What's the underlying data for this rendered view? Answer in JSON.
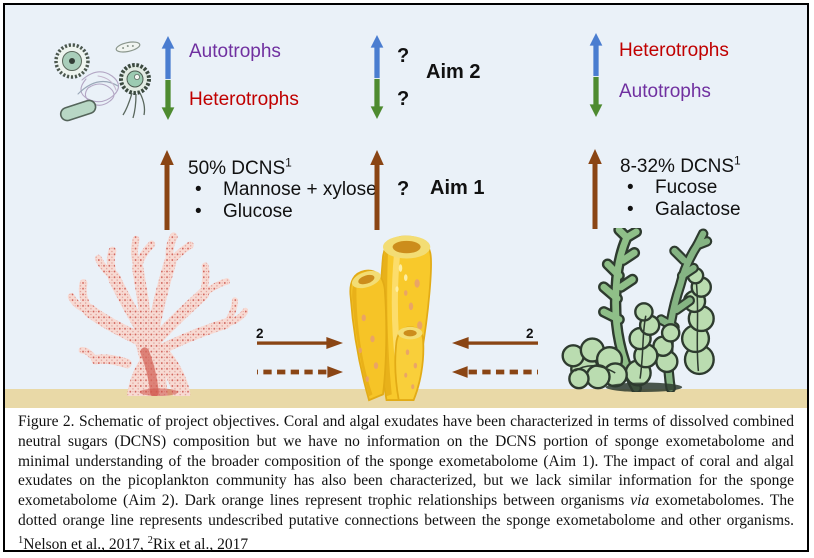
{
  "schematic": {
    "top_left": {
      "up_label": "Autotrophs",
      "down_label": "Heterotrophs"
    },
    "top_center": {
      "question_top": "?",
      "aim_label": "Aim 2",
      "question_bottom": "?"
    },
    "top_right": {
      "up_label": "Heterotrophs",
      "down_label": "Autotrophs"
    },
    "coral_column": {
      "title": "50% DCNS",
      "title_sup": "1",
      "bullets": [
        "Mannose + xylose",
        "Glucose"
      ]
    },
    "sponge_column": {
      "question": "?",
      "aim_label": "Aim 1"
    },
    "algae_column": {
      "title": "8-32% DCNS",
      "title_sup": "1",
      "bullets": [
        "Fucose",
        "Galactose"
      ]
    },
    "coral_sponge_ref": "2",
    "algae_sponge_ref": "2"
  },
  "caption": {
    "text_before_via": "Figure 2. Schematic of project objectives.  Coral and algal exudates have been characterized in terms of dissolved combined neutral sugars (DCNS) composition but we have no information on the DCNS portion of sponge exometabolome and minimal understanding of the broader composition of the sponge exometabolome (Aim 1). The impact of coral and algal exudates on the picoplankton community has also been characterized, but we lack similar information for the sponge exometabolome (Aim 2). Dark orange lines represent trophic relationships between organisms ",
    "via": "via",
    "text_after_via": " exometabolomes. The dotted orange line represents undescribed putative connections between the sponge exometabolome and other organisms.  ",
    "ref1_sup": "1",
    "ref1": "Nelson et al., 2017, ",
    "ref2_sup": "2",
    "ref2": "Rix et al., 2017"
  },
  "colors": {
    "autotroph_text": "#7030A0",
    "heterotroph_text": "#C00000",
    "increase_arrow": "#4a7dd0",
    "decrease_arrow": "#4e8b30",
    "trophic_arrow": "#8a4514",
    "background_water": "#eaf1f8",
    "seafloor_sand": "#e9d9a7"
  }
}
